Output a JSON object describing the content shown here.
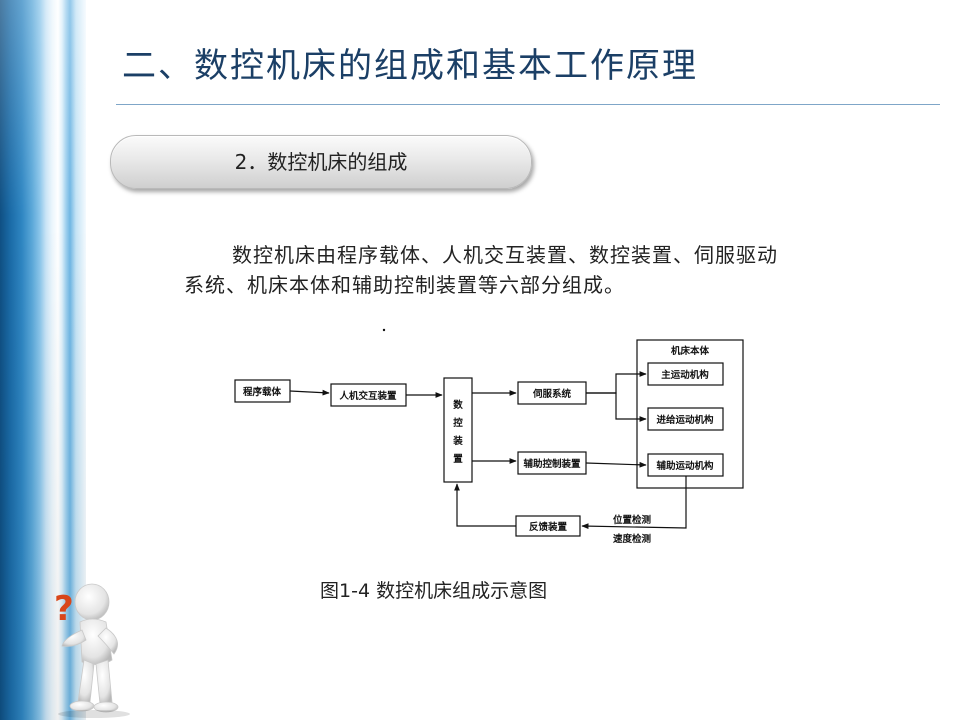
{
  "slide": {
    "title": "二、数控机床的组成和基本工作原理",
    "section_pill": "2．数控机床的组成",
    "body": "数控机床由程序载体、人机交互装置、数控装置、伺服驱动系统、机床本体和辅助控制装置等六部分组成。",
    "caption": "图1-4  数控机床组成示意图"
  },
  "diagram": {
    "program_carrier": "程序载体",
    "hmi_device": "人机交互装置",
    "nc_device_chars": [
      "数",
      "控",
      "装",
      "置"
    ],
    "servo_system": "伺服系统",
    "aux_control": "辅助控制装置",
    "feedback_device": "反馈装置",
    "machine_body": "机床本体",
    "main_motion": "主运动机构",
    "feed_motion": "进给运动机构",
    "aux_motion": "辅助运动机构",
    "position_detect": "位置检测",
    "speed_detect": "速度检测"
  },
  "icons": {
    "presenter": "thinking-person-question-mark-icon"
  },
  "colors": {
    "title": "#1b3f66",
    "accent_question": "#d8461a"
  }
}
